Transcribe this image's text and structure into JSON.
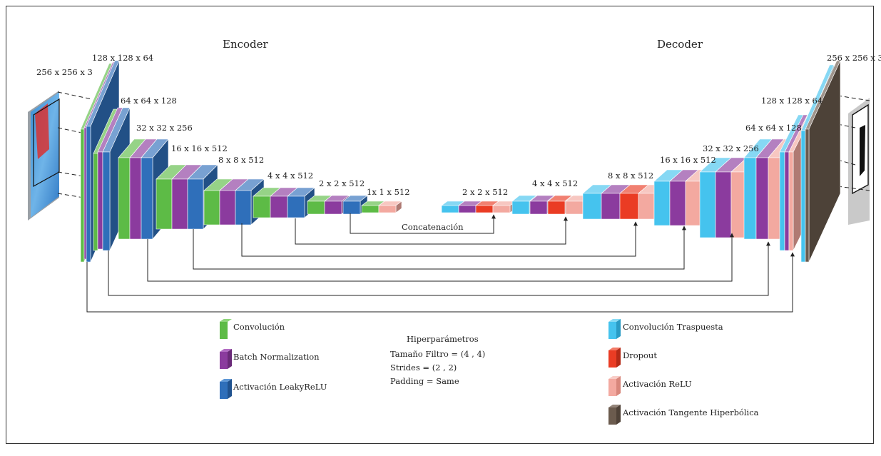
{
  "titles": {
    "encoder": "Encoder",
    "decoder": "Decoder"
  },
  "dims": {
    "input": "256 x 256 x 3",
    "e1": "128 x 128 x 64",
    "e2": "64 x 64 x 128",
    "e3": "32 x 32 x 256",
    "e4": "16 x 16 x 512",
    "e5": "8 x 8 x 512",
    "e6": "4 x 4 x 512",
    "e7": "2 x 2 x 512",
    "e8": "1x 1 x 512",
    "d7": "2 x 2 x 512",
    "d6": "4 x 4 x 512",
    "d5": "8 x 8 x 512",
    "d4": "16 x 16 x 512",
    "d3": "32 x 32 x 256",
    "d2": "64 x 64 x 128",
    "d1": "128 x 128 x 64",
    "output": "256 x 256 x 3"
  },
  "concat_label": "Concatenación",
  "legend_left": [
    "Convolución",
    "Batch Normalization",
    "Activación LeakyReLU"
  ],
  "legend_right": [
    "Convolución Traspuesta",
    "Dropout",
    "Activación ReLU",
    "Activación Tangente Hiperbólica"
  ],
  "hyper": {
    "title": "Hiperparámetros",
    "lines": [
      "Tamaño Filtro = (4 , 4)",
      "Strides = (2 , 2)",
      "Padding = Same"
    ]
  },
  "colors": {
    "conv": "#5dbb46",
    "batchnorm": "#8b3b9e",
    "leakyrelu": "#2f6fba",
    "convtranspose": "#45c3ee",
    "dropout": "#ea3c24",
    "relu": "#f3a9a0",
    "tanh": "#6b5b4e"
  }
}
